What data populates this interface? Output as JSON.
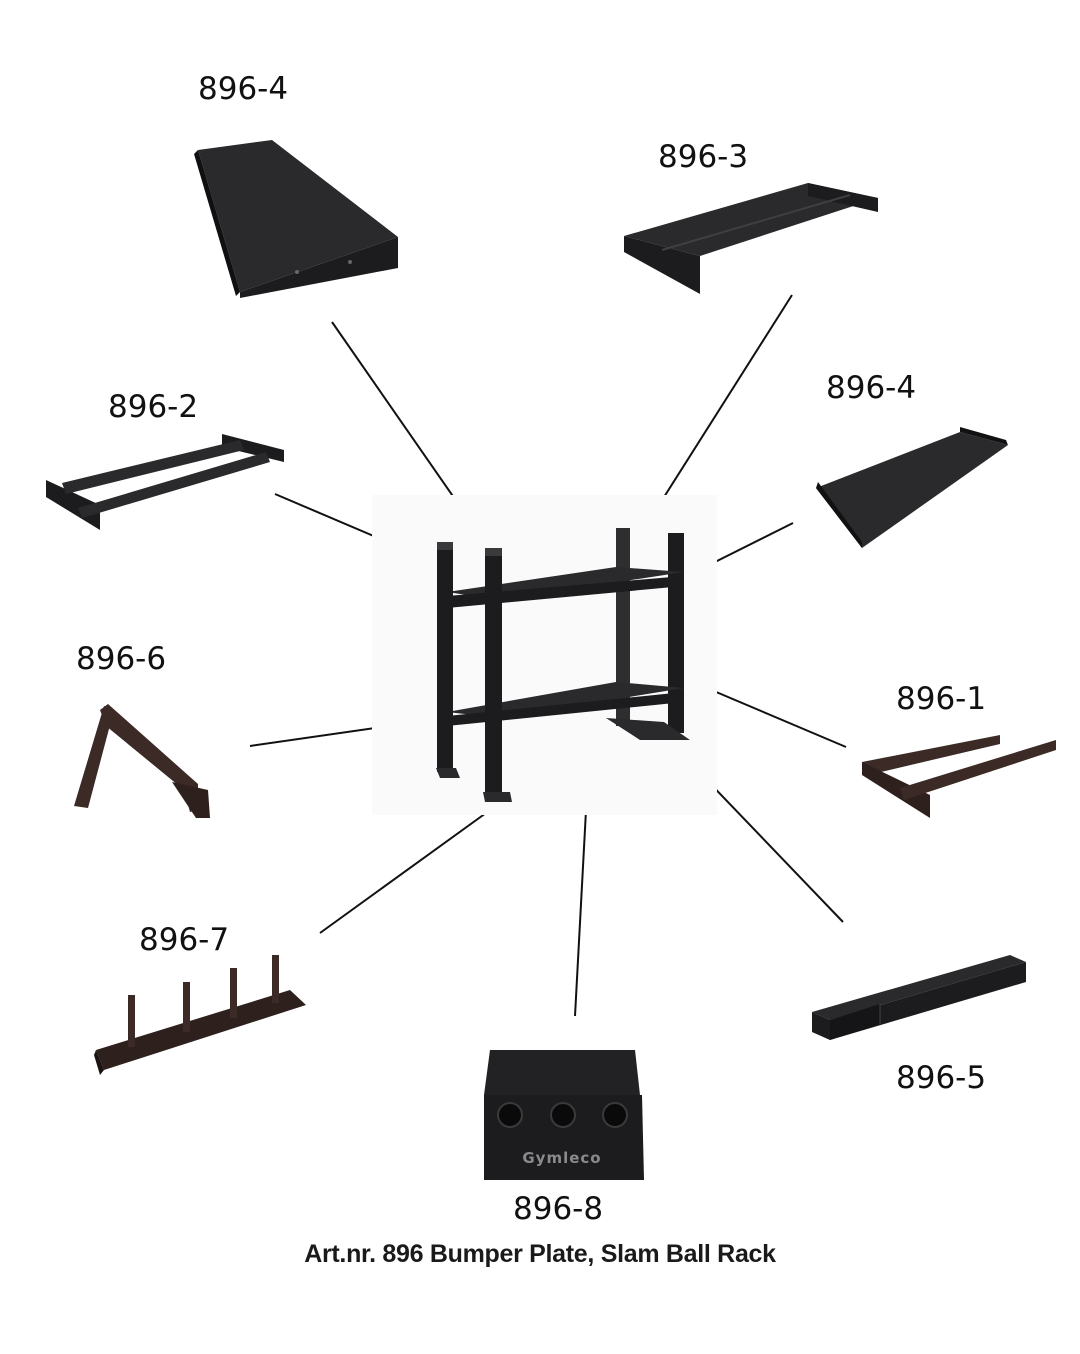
{
  "parts": {
    "shelf_top_left": "896-4",
    "shelf_top_right": "896-3",
    "bar_frame_left": "896-2",
    "tray_right": "896-4",
    "angled_bracket": "896-6",
    "bar_frame_right": "896-1",
    "peg_rail": "896-7",
    "base_beams": "896-5",
    "ball_holder": "896-8"
  },
  "ball_holder_brand": "Gymleco",
  "caption": "Art.nr. 896 Bumper Plate, Slam Ball Rack",
  "colors": {
    "metal": "#1c1c1e",
    "metal_light": "#3a3a3c",
    "rust_brown": "#3b2a26",
    "connector_line": "#111111"
  }
}
